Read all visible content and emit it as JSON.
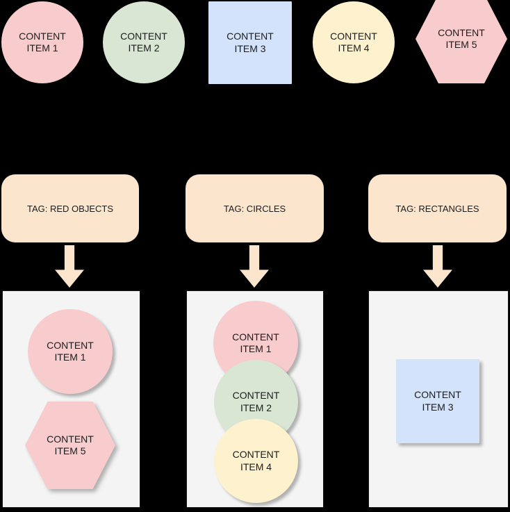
{
  "palette": {
    "pink": "#f8cccd",
    "green": "#d8e6d3",
    "blue": "#d3e3fb",
    "yellow": "#fdf2cd",
    "peach": "#fce5cd",
    "container_bg": "#f4f4f4",
    "background": "#000000",
    "text": "#1c1c1c"
  },
  "top_row": {
    "items": [
      {
        "label": "CONTENT ITEM 1",
        "shape": "circle",
        "color": "#f8cccd"
      },
      {
        "label": "CONTENT ITEM 2",
        "shape": "circle",
        "color": "#d8e6d3"
      },
      {
        "label": "CONTENT ITEM 3",
        "shape": "square",
        "color": "#d3e3fb"
      },
      {
        "label": "CONTENT ITEM 4",
        "shape": "circle",
        "color": "#fdf2cd"
      },
      {
        "label": "CONTENT ITEM 5",
        "shape": "hexagon",
        "color": "#f8cccd"
      }
    ]
  },
  "tags": [
    {
      "label": "TAG: RED OBJECTS"
    },
    {
      "label": "TAG: CIRCLES"
    },
    {
      "label": "TAG: RECTANGLES"
    }
  ],
  "groups": [
    {
      "tag": "TAG: RED OBJECTS",
      "items": [
        {
          "label": "CONTENT ITEM 1",
          "shape": "circle",
          "color": "#f8cccd"
        },
        {
          "label": "CONTENT ITEM 5",
          "shape": "hexagon",
          "color": "#f8cccd"
        }
      ]
    },
    {
      "tag": "TAG: CIRCLES",
      "items": [
        {
          "label": "CONTENT ITEM 1",
          "shape": "circle",
          "color": "#f8cccd"
        },
        {
          "label": "CONTENT ITEM 2",
          "shape": "circle",
          "color": "#d8e6d3"
        },
        {
          "label": "CONTENT ITEM 4",
          "shape": "circle",
          "color": "#fdf2cd"
        }
      ]
    },
    {
      "tag": "TAG: RECTANGLES",
      "items": [
        {
          "label": "CONTENT ITEM 3",
          "shape": "square",
          "color": "#d3e3fb"
        }
      ]
    }
  ]
}
